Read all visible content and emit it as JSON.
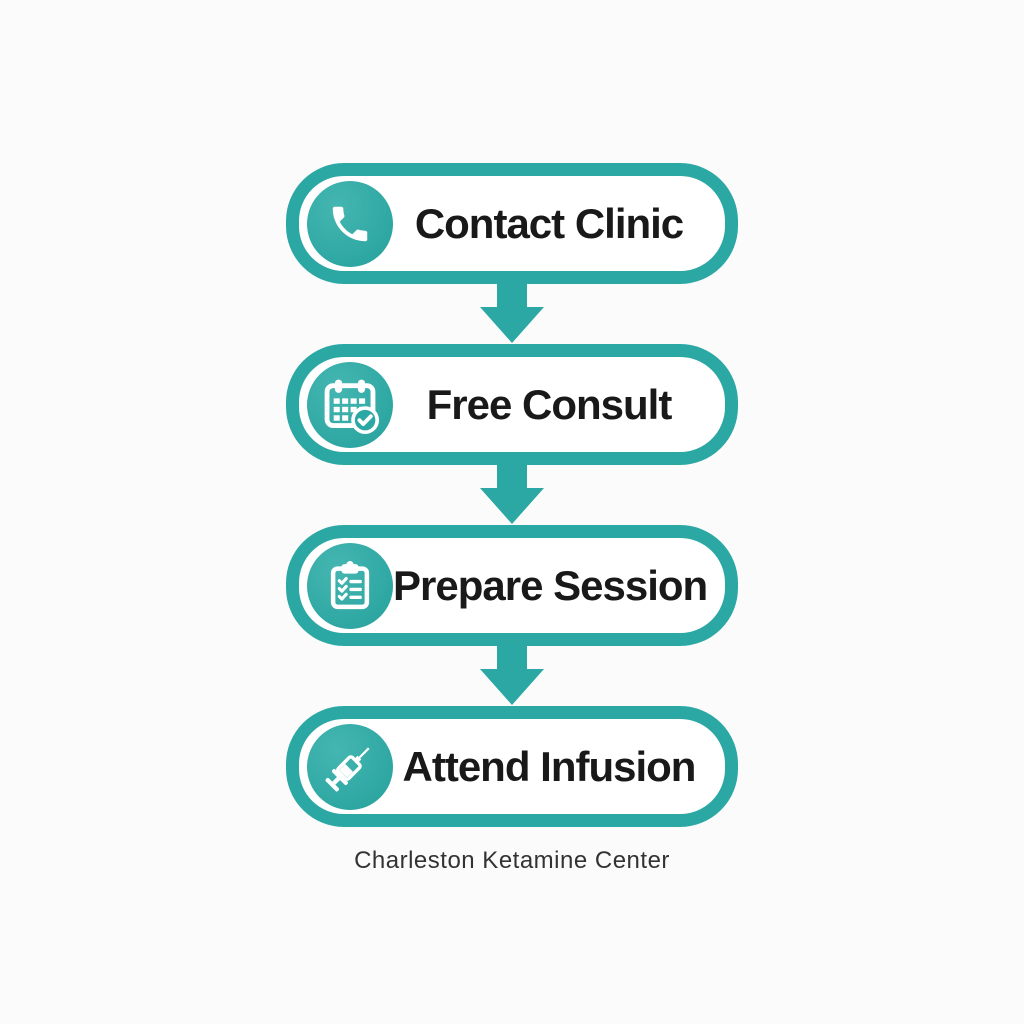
{
  "diagram": {
    "steps": [
      {
        "label": "Contact Clinic",
        "icon": "phone-icon"
      },
      {
        "label": "Free Consult",
        "icon": "calendar-check-icon"
      },
      {
        "label": "Prepare Session",
        "icon": "clipboard-checklist-icon"
      },
      {
        "label": "Attend Infusion",
        "icon": "syringe-icon"
      }
    ],
    "caption": "Charleston Ketamine Center",
    "colors": {
      "accent_teal": "#2CA8A4",
      "icon_glyph": "#FFFFFF",
      "step_background": "#FFFFFF",
      "label_text": "#191919",
      "caption_text": "#333333",
      "page_background": "#FBFBFB"
    }
  }
}
